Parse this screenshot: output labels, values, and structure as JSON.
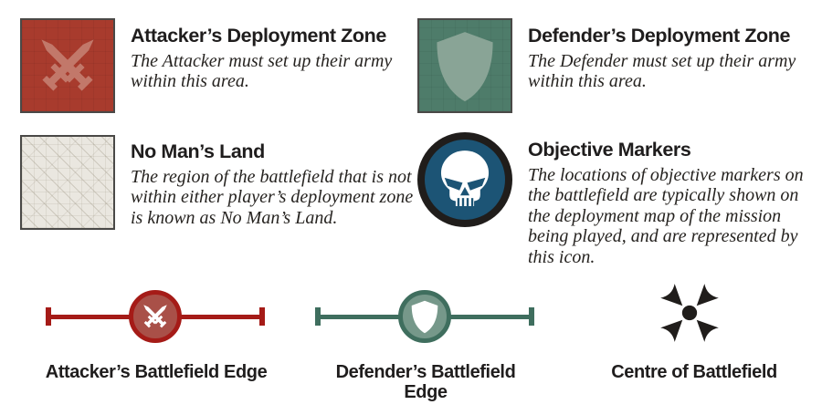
{
  "colors": {
    "text": "#232020",
    "attacker-bg": "#a83b2d",
    "attacker-icon": "#c2786a",
    "defender-bg": "#4e7c6a",
    "defender-icon": "#89a496",
    "nml-bg": "#eae7e0",
    "objective-blue": "#1c5475",
    "icon-black": "#201d1b",
    "edge-red": "#a51b17",
    "edge-red-fill": "#a95048",
    "edge-green": "#3f6e5e",
    "edge-green-fill": "#76988a"
  },
  "entries": [
    {
      "icon": "crossed-swords-square",
      "title": "Attacker’s Deployment Zone",
      "desc": "The Attacker must set up their army within this area."
    },
    {
      "icon": "shield-square",
      "title": "Defender’s Deployment Zone",
      "desc": "The Defender must set up their army within this area."
    },
    {
      "icon": "hatched-square",
      "title": "No Man’s Land",
      "desc": "The region of the battlefield that is not within either player’s deployment zone is known as No Man’s Land."
    },
    {
      "icon": "skull-roundel",
      "title": "Objective Markers",
      "desc": "The locations of objective markers on the battlefield are typically shown on the deployment map of the mission being played, and are represented by this icon."
    }
  ],
  "edge_markers": [
    {
      "icon": "attacker-edge-line",
      "label": "Attacker’s Battlefield Edge"
    },
    {
      "icon": "defender-edge-line",
      "label": "Defender’s Battlefield Edge"
    },
    {
      "icon": "centre-converge",
      "label": "Centre of Battlefield"
    }
  ]
}
